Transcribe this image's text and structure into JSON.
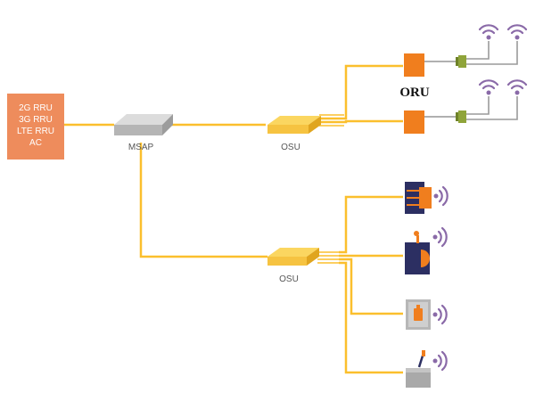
{
  "source_box": {
    "lines": [
      "2G RRU",
      "3G RRU",
      "LTE RRU",
      "AC"
    ],
    "color": "#ee8c5c"
  },
  "labels": {
    "msap": "MSAP",
    "osu_top": "OSU",
    "osu_bottom": "OSU",
    "oru": "ORU"
  },
  "colors": {
    "link": "#fbbf2d",
    "osu": "#f6c341",
    "msap": "#c6c6c6",
    "oru": "#f07e1e",
    "wifi": "#8a6aa8",
    "connector": "#8fa43a",
    "navy": "#2c2f62"
  },
  "icons": {
    "wifi": "wifi-icon",
    "splitter": "splitter-icon",
    "antenna": "antenna-icon"
  },
  "endpoints": [
    "navy-terminal-icon",
    "navy-globe-terminal-icon",
    "wall-socket-terminal-icon",
    "desk-phone-terminal-icon"
  ]
}
